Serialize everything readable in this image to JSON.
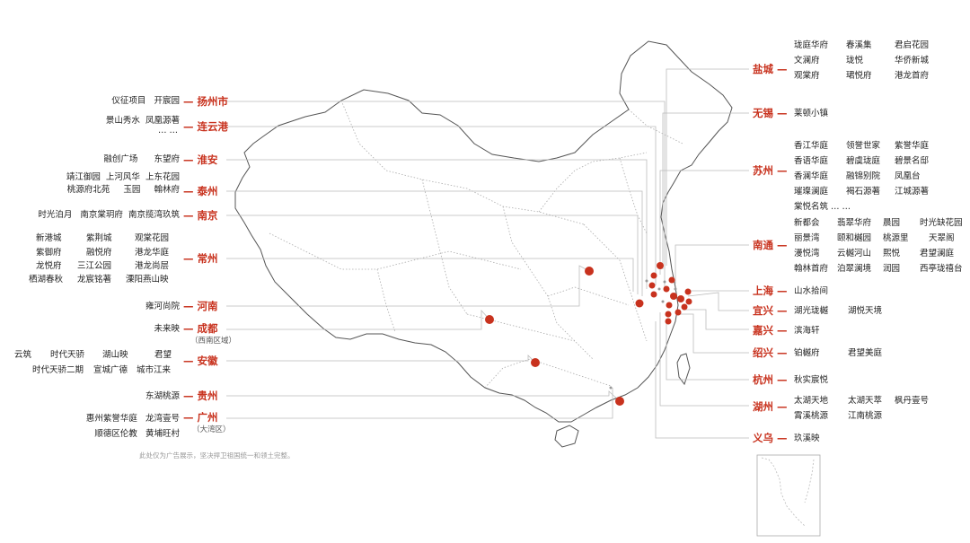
{
  "accent_color": "#c8321e",
  "note": "此处仅为广告展示，坚决捍卫祖国统一和领土完整。",
  "left_cities": [
    {
      "id": "yangzhou",
      "name": "扬州市",
      "rows": [
        [
          "仪征项目",
          "开宸园"
        ]
      ]
    },
    {
      "id": "lianyungang",
      "name": "连云港",
      "rows": [
        [
          "景山秀水",
          "凤凰源著"
        ],
        [
          "… …"
        ]
      ]
    },
    {
      "id": "huaian",
      "name": "淮安",
      "rows": [
        [
          "融创广场",
          "东望府"
        ]
      ]
    },
    {
      "id": "taizhou",
      "name": "泰州",
      "rows": [
        [
          "靖江御园",
          "上河风华",
          "上东花园"
        ],
        [
          "桃源府北苑",
          "玉园",
          "翰林府"
        ]
      ]
    },
    {
      "id": "nanjing",
      "name": "南京",
      "rows": [
        [
          "时光泊月",
          "南京棠玥府",
          "南京揽湾玖筑"
        ]
      ]
    },
    {
      "id": "changzhou",
      "name": "常州",
      "rows": [
        [
          "新港城",
          "紫荆城",
          "观棠花园"
        ],
        [
          "紫御府",
          "融悦府",
          "港龙华庭"
        ],
        [
          "龙悦府",
          "三江公园",
          "港龙尚层"
        ],
        [
          "栖湖春秋",
          "龙宸铭著",
          "溧阳燕山映"
        ]
      ]
    },
    {
      "id": "henan",
      "name": "河南",
      "rows": [
        [
          "雍河尚院"
        ]
      ]
    },
    {
      "id": "chengdu",
      "name": "成都",
      "sub": "（西南区域）",
      "rows": [
        [
          "未来映"
        ]
      ]
    },
    {
      "id": "anhui",
      "name": "安徽",
      "rows": [
        [
          "云筑",
          "时代天骄",
          "湖山映",
          "君望"
        ],
        [
          "时代天骄二期",
          "宣城广德",
          "城市江来"
        ]
      ]
    },
    {
      "id": "guizhou",
      "name": "贵州",
      "rows": [
        [
          "东湖桃源"
        ]
      ]
    },
    {
      "id": "guangzhou",
      "name": "广州",
      "sub": "（大湾区）",
      "rows": [
        [
          "惠州紫誉华庭",
          "龙湾壹号"
        ],
        [
          "顺德区伦教",
          "黄埔旺村"
        ]
      ]
    }
  ],
  "right_cities": [
    {
      "id": "yancheng",
      "name": "盐城",
      "rows": [
        [
          "珑庭华府",
          "春溪集",
          "君启花园"
        ],
        [
          "文澜府",
          "珑悦",
          "华侨新城"
        ],
        [
          "观棠府",
          "珺悦府",
          "港龙首府"
        ]
      ]
    },
    {
      "id": "wuxi",
      "name": "无锡",
      "rows": [
        [
          "莱顿小镇"
        ]
      ]
    },
    {
      "id": "suzhou",
      "name": "苏州",
      "rows": [
        [
          "香江华庭",
          "领誉世家",
          "紫誉华庭"
        ],
        [
          "香语华庭",
          "碧虞珑庭",
          "碧景名邸"
        ],
        [
          "香澜华庭",
          "融锦别院",
          "凤凰台"
        ],
        [
          "璀璨澜庭",
          "褐石源著",
          "江城源著"
        ],
        [
          "棠悦名筑 … …"
        ]
      ]
    },
    {
      "id": "nantong",
      "name": "南通",
      "rows": [
        [
          "新都会",
          "翡翠华府",
          "晨园",
          "时光缺花园"
        ],
        [
          "丽景湾",
          "颐和樾园",
          "桃源里",
          "天翠阁"
        ],
        [
          "漫悦湾",
          "云樾河山",
          "熙悦",
          "君望澜庭"
        ],
        [
          "翰林首府",
          "泊翠澜境",
          "润园",
          "西亭珑禧台"
        ]
      ]
    },
    {
      "id": "shanghai",
      "name": "上海",
      "rows": [
        [
          "山水拾间"
        ]
      ]
    },
    {
      "id": "yixing",
      "name": "宜兴",
      "rows": [
        [
          "湖光珑樾",
          "湖悦天境"
        ]
      ]
    },
    {
      "id": "jiaxing",
      "name": "嘉兴",
      "rows": [
        [
          "滨海轩"
        ]
      ]
    },
    {
      "id": "shaoxing",
      "name": "绍兴",
      "rows": [
        [
          "铂樾府",
          "君望美庭"
        ]
      ]
    },
    {
      "id": "hangzhou",
      "name": "杭州",
      "rows": [
        [
          "秋实宸悦"
        ]
      ]
    },
    {
      "id": "huzhou",
      "name": "湖州",
      "rows": [
        [
          "太湖天地",
          "太湖天萃",
          "枫丹壹号"
        ],
        [
          "霄溪桃源",
          "江南桃源"
        ]
      ]
    },
    {
      "id": "yiwu",
      "name": "义乌",
      "rows": [
        [
          "玖溪映"
        ]
      ]
    }
  ]
}
